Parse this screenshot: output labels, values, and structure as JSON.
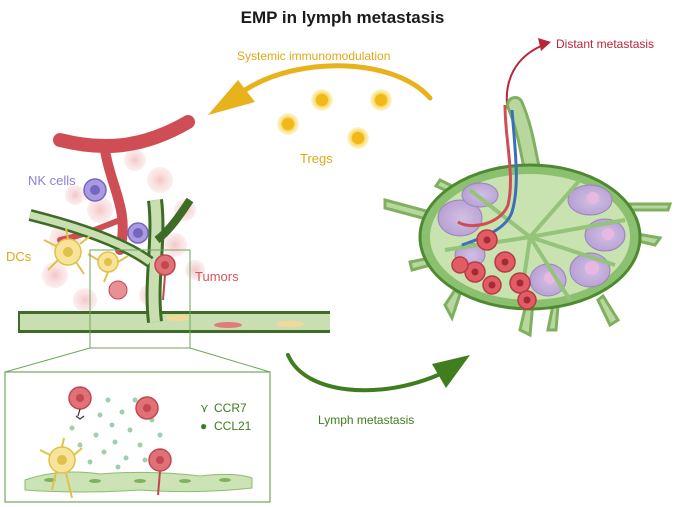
{
  "title": "EMP in lymph metastasis",
  "labels": {
    "systemic": "Systemic immunomodulation",
    "distant": "Distant metastasis",
    "tregs": "Tregs",
    "nk": "NK cells",
    "dcs": "DCs",
    "tumors": "Tumors",
    "lymph": "Lymph metastasis"
  },
  "legend": {
    "ccr7": "CCR7",
    "ccl21": "CCL21"
  },
  "colors": {
    "gold": "#e8b21c",
    "green": "#3f7d1e",
    "red": "#b9263a",
    "nk": "#8d7fd0",
    "dc": "#e9c21f",
    "tumor": "#d9545b",
    "vessel": "#cf4e55",
    "lymphvessel": "#c9dfb2"
  }
}
